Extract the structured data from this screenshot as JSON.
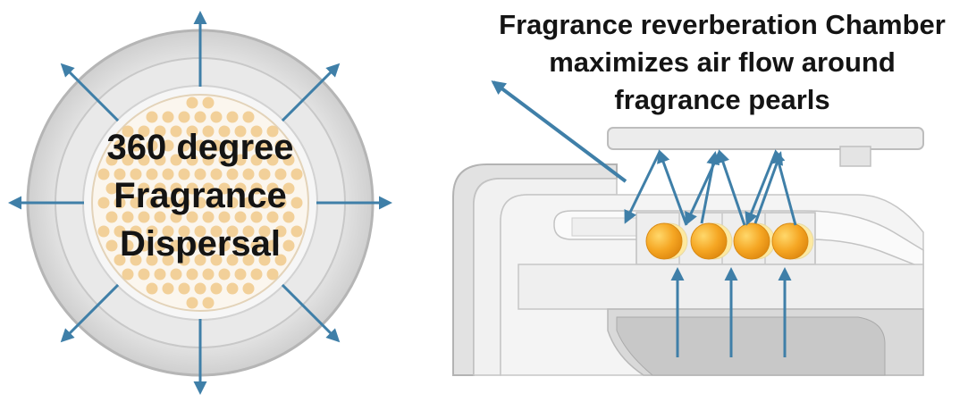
{
  "left_panel": {
    "label_lines": [
      "360 degree",
      "Fragrance",
      "Dispersal"
    ]
  },
  "right_panel": {
    "caption_lines": [
      "Fragrance reverberation Chamber",
      "maximizes air flow around",
      "fragrance pearls"
    ]
  },
  "colors": {
    "arrow": "#3f7fa8",
    "pearl_core": "#f5a623",
    "pearl_highlight": "#fde9a0",
    "dot": "#f0c98a",
    "housing": "#e6e6e6",
    "housing_stroke": "#b9b9b9"
  }
}
